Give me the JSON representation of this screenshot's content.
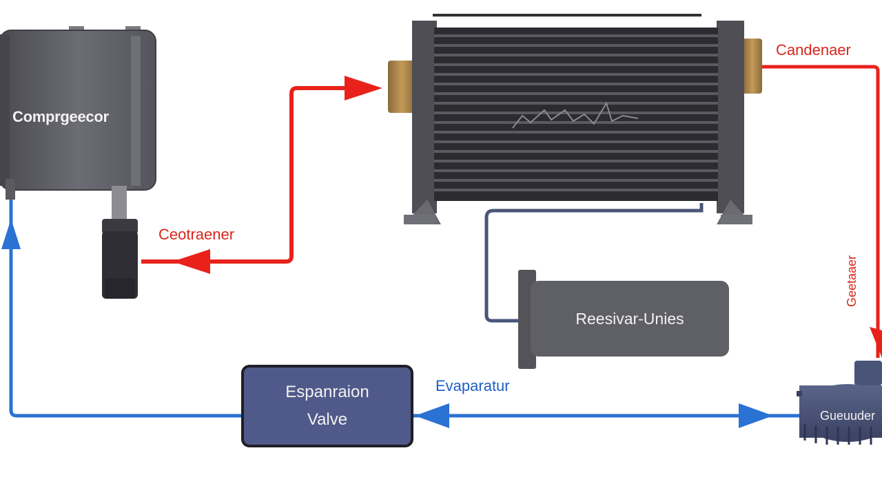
{
  "diagram": {
    "compressor": {
      "label": "Comprgeecor"
    },
    "condenser": {
      "label": "Candenaer"
    },
    "left_red_line": {
      "label": "Ceotraener"
    },
    "right_red_line": {
      "label": "Geetaaer"
    },
    "receiver": {
      "label": "Reesivar-Unies"
    },
    "expansion_valve": {
      "label_line1": "Espanraion",
      "label_line2": "Valve"
    },
    "evaporator_line": {
      "label": "Evaparatur"
    },
    "pump": {
      "label": "Gueuuder"
    }
  },
  "colors": {
    "hot_line": "#e8221b",
    "cold_line": "#2a72d4",
    "dark_line": "#4a5578",
    "component_gray": "#5f5f66",
    "valve_fill": "#505a8a",
    "label_red": "#d9261c",
    "label_blue": "#1f5fc4"
  }
}
